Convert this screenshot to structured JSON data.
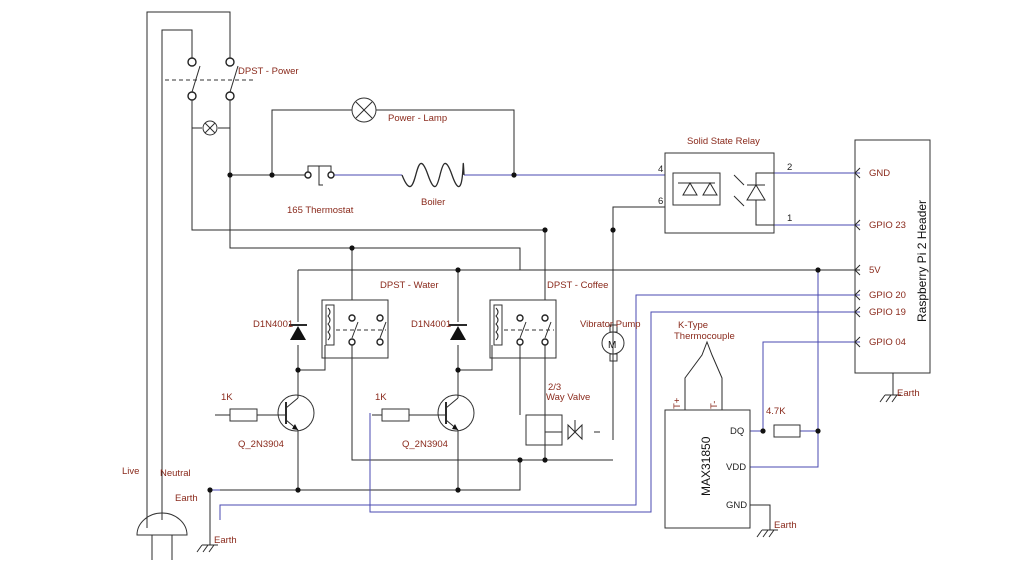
{
  "labels": {
    "dpst_power": "DPST - Power",
    "power_lamp": "Power - Lamp",
    "thermostat": "165 Thermostat",
    "boiler": "Boiler",
    "ssr": "Solid State Relay",
    "dpst_water": "DPST - Water",
    "dpst_coffee": "DPST - Coffee",
    "diode1": "D1N4001",
    "diode2": "D1N4001",
    "vibrator_pump": "Vibrator Pump",
    "ktype": "K-Type",
    "thermocouple": "Thermocouple",
    "valve_line1": "2/3",
    "valve_line2": "Way Valve",
    "res1": "1K",
    "res2": "1K",
    "trans1": "Q_2N3904",
    "trans2": "Q_2N3904",
    "res_pullup": "4.7K",
    "live": "Live",
    "neutral": "Neutral",
    "earth_plug": "Earth",
    "earth_bottom": "Earth",
    "earth_max": "Earth",
    "earth_pi": "Earth",
    "motor": "M"
  },
  "ssr_pins": {
    "p4": "4",
    "p6": "6",
    "p2": "2",
    "p1": "1"
  },
  "pi_header": {
    "title": "Raspberry Pi 2 Header",
    "pins": [
      "GND",
      "GPIO 23",
      "5V",
      "GPIO 20",
      "GPIO 19",
      "GPIO 04"
    ]
  },
  "max31850": {
    "title": "MAX31850",
    "pins": [
      "DQ",
      "VDD",
      "GND"
    ],
    "tplus": "T+",
    "tminus": "T-"
  },
  "colors": {
    "wire": "#2b2b2b",
    "signal_wire": "#4a4ab0",
    "label": "#8a2a1c"
  }
}
